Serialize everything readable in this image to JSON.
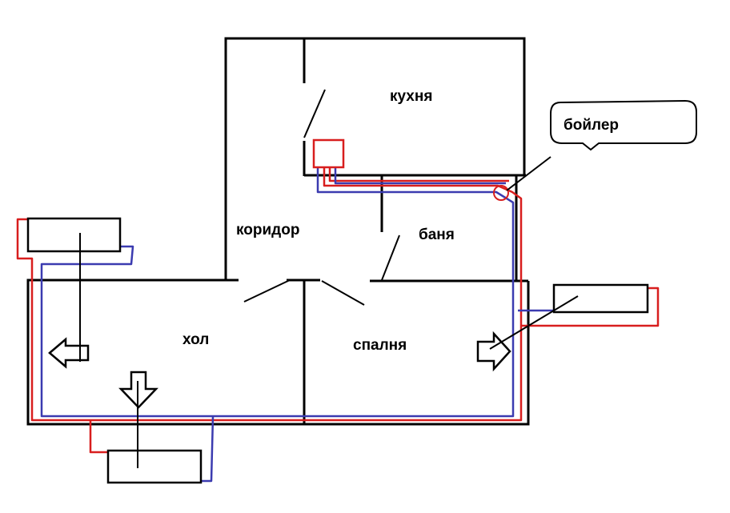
{
  "rooms": {
    "kitchen": "кухня",
    "corridor": "коридор",
    "bath": "баня",
    "hall": "хол",
    "bedroom": "спалня"
  },
  "callout": {
    "boiler": "бойлер"
  },
  "colors": {
    "hot_pipe": "#d81e1e",
    "cold_pipe": "#3b3bb0",
    "walls": "#000000"
  }
}
